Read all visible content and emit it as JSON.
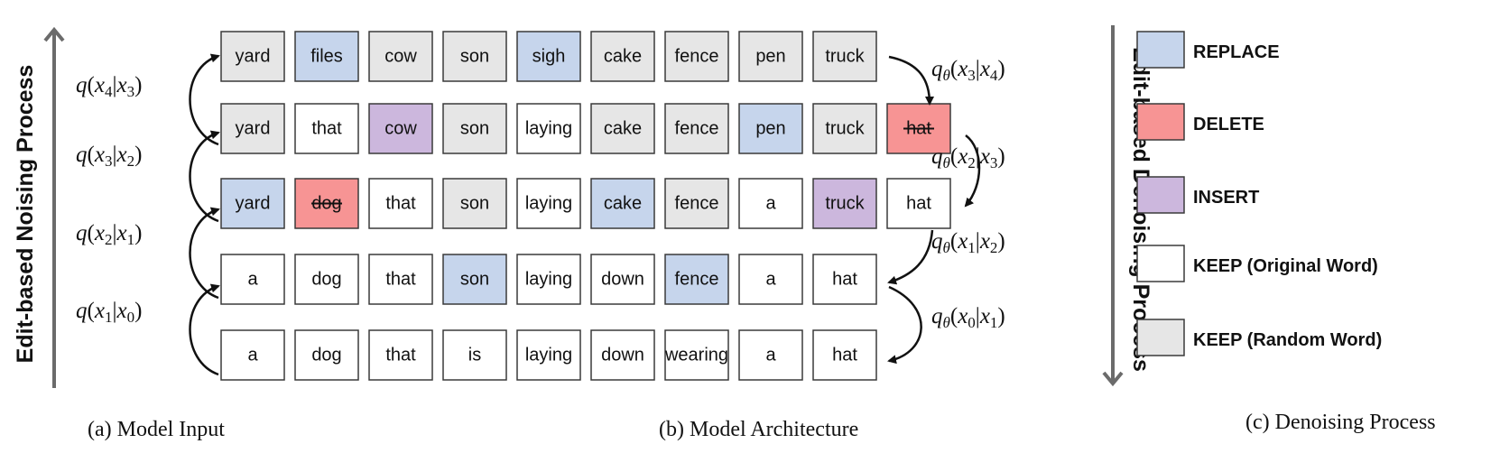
{
  "colors": {
    "replace": "#c6d5ec",
    "delete": "#f79494",
    "insert": "#ccb7dd",
    "keep_original": "#ffffff",
    "keep_random": "#e6e6e6"
  },
  "left_axis_title": "Edit-based Noising Process",
  "right_axis_title": "Edit-based Denoising Process",
  "rows": [
    {
      "tokens": [
        {
          "text": "yard",
          "type": "keep_random"
        },
        {
          "text": "files",
          "type": "replace"
        },
        {
          "text": "cow",
          "type": "keep_random"
        },
        {
          "text": "son",
          "type": "keep_random"
        },
        {
          "text": "sigh",
          "type": "replace"
        },
        {
          "text": "cake",
          "type": "keep_random"
        },
        {
          "text": "fence",
          "type": "keep_random"
        },
        {
          "text": "pen",
          "type": "keep_random"
        },
        {
          "text": "truck",
          "type": "keep_random"
        }
      ]
    },
    {
      "tokens": [
        {
          "text": "yard",
          "type": "keep_random"
        },
        {
          "text": "that",
          "type": "keep_original"
        },
        {
          "text": "cow",
          "type": "insert"
        },
        {
          "text": "son",
          "type": "keep_random"
        },
        {
          "text": "laying",
          "type": "keep_original"
        },
        {
          "text": "cake",
          "type": "keep_random"
        },
        {
          "text": "fence",
          "type": "keep_random"
        },
        {
          "text": "pen",
          "type": "replace"
        },
        {
          "text": "truck",
          "type": "keep_random"
        },
        {
          "text": "hat",
          "type": "delete",
          "struck": true
        }
      ]
    },
    {
      "tokens": [
        {
          "text": "yard",
          "type": "replace"
        },
        {
          "text": "dog",
          "type": "delete",
          "struck": true
        },
        {
          "text": "that",
          "type": "keep_original"
        },
        {
          "text": "son",
          "type": "keep_random"
        },
        {
          "text": "laying",
          "type": "keep_original"
        },
        {
          "text": "cake",
          "type": "replace"
        },
        {
          "text": "fence",
          "type": "keep_random"
        },
        {
          "text": "a",
          "type": "keep_original"
        },
        {
          "text": "truck",
          "type": "insert"
        },
        {
          "text": "hat",
          "type": "keep_original"
        }
      ]
    },
    {
      "tokens": [
        {
          "text": "a",
          "type": "keep_original"
        },
        {
          "text": "dog",
          "type": "keep_original"
        },
        {
          "text": "that",
          "type": "keep_original"
        },
        {
          "text": "son",
          "type": "replace"
        },
        {
          "text": "laying",
          "type": "keep_original"
        },
        {
          "text": "down",
          "type": "keep_original"
        },
        {
          "text": "fence",
          "type": "replace"
        },
        {
          "text": "a",
          "type": "keep_original"
        },
        {
          "text": "hat",
          "type": "keep_original"
        }
      ]
    },
    {
      "tokens": [
        {
          "text": "a",
          "type": "keep_original"
        },
        {
          "text": "dog",
          "type": "keep_original"
        },
        {
          "text": "that",
          "type": "keep_original"
        },
        {
          "text": "is",
          "type": "keep_original"
        },
        {
          "text": "laying",
          "type": "keep_original"
        },
        {
          "text": "down",
          "type": "keep_original"
        },
        {
          "text": "wearing",
          "type": "keep_original"
        },
        {
          "text": "a",
          "type": "keep_original"
        },
        {
          "text": "hat",
          "type": "keep_original"
        }
      ]
    }
  ],
  "noising_labels": [
    {
      "parts": [
        "q(",
        "x",
        "4",
        "|",
        "x",
        "3",
        ")"
      ]
    },
    {
      "parts": [
        "q(",
        "x",
        "3",
        "|",
        "x",
        "2",
        ")"
      ]
    },
    {
      "parts": [
        "q(",
        "x",
        "2",
        "|",
        "x",
        "1",
        ")"
      ]
    },
    {
      "parts": [
        "q(",
        "x",
        "1",
        "|",
        "x",
        "0",
        ")"
      ]
    }
  ],
  "denoising_labels": [
    {
      "parts": [
        "q",
        "θ",
        "(",
        "x",
        "3",
        "|",
        "x",
        "4",
        ")"
      ]
    },
    {
      "parts": [
        "q",
        "θ",
        "(",
        "x",
        "2",
        "|",
        "x",
        "3",
        ")"
      ]
    },
    {
      "parts": [
        "q",
        "θ",
        "(",
        "x",
        "1",
        "|",
        "x",
        "2",
        ")"
      ]
    },
    {
      "parts": [
        "q",
        "θ",
        "(",
        "x",
        "0",
        "|",
        "x",
        "1",
        ")"
      ]
    }
  ],
  "legend": [
    {
      "label": "REPLACE",
      "type": "replace"
    },
    {
      "label": "DELETE",
      "type": "delete"
    },
    {
      "label": "INSERT",
      "type": "insert"
    },
    {
      "label": "KEEP (Original Word)",
      "type": "keep_original"
    },
    {
      "label": "KEEP (Random Word)",
      "type": "keep_random"
    }
  ],
  "captions": {
    "a": "(a) Model Input",
    "b": "(b) Model Architecture",
    "c": "(c) Denoising Process"
  }
}
